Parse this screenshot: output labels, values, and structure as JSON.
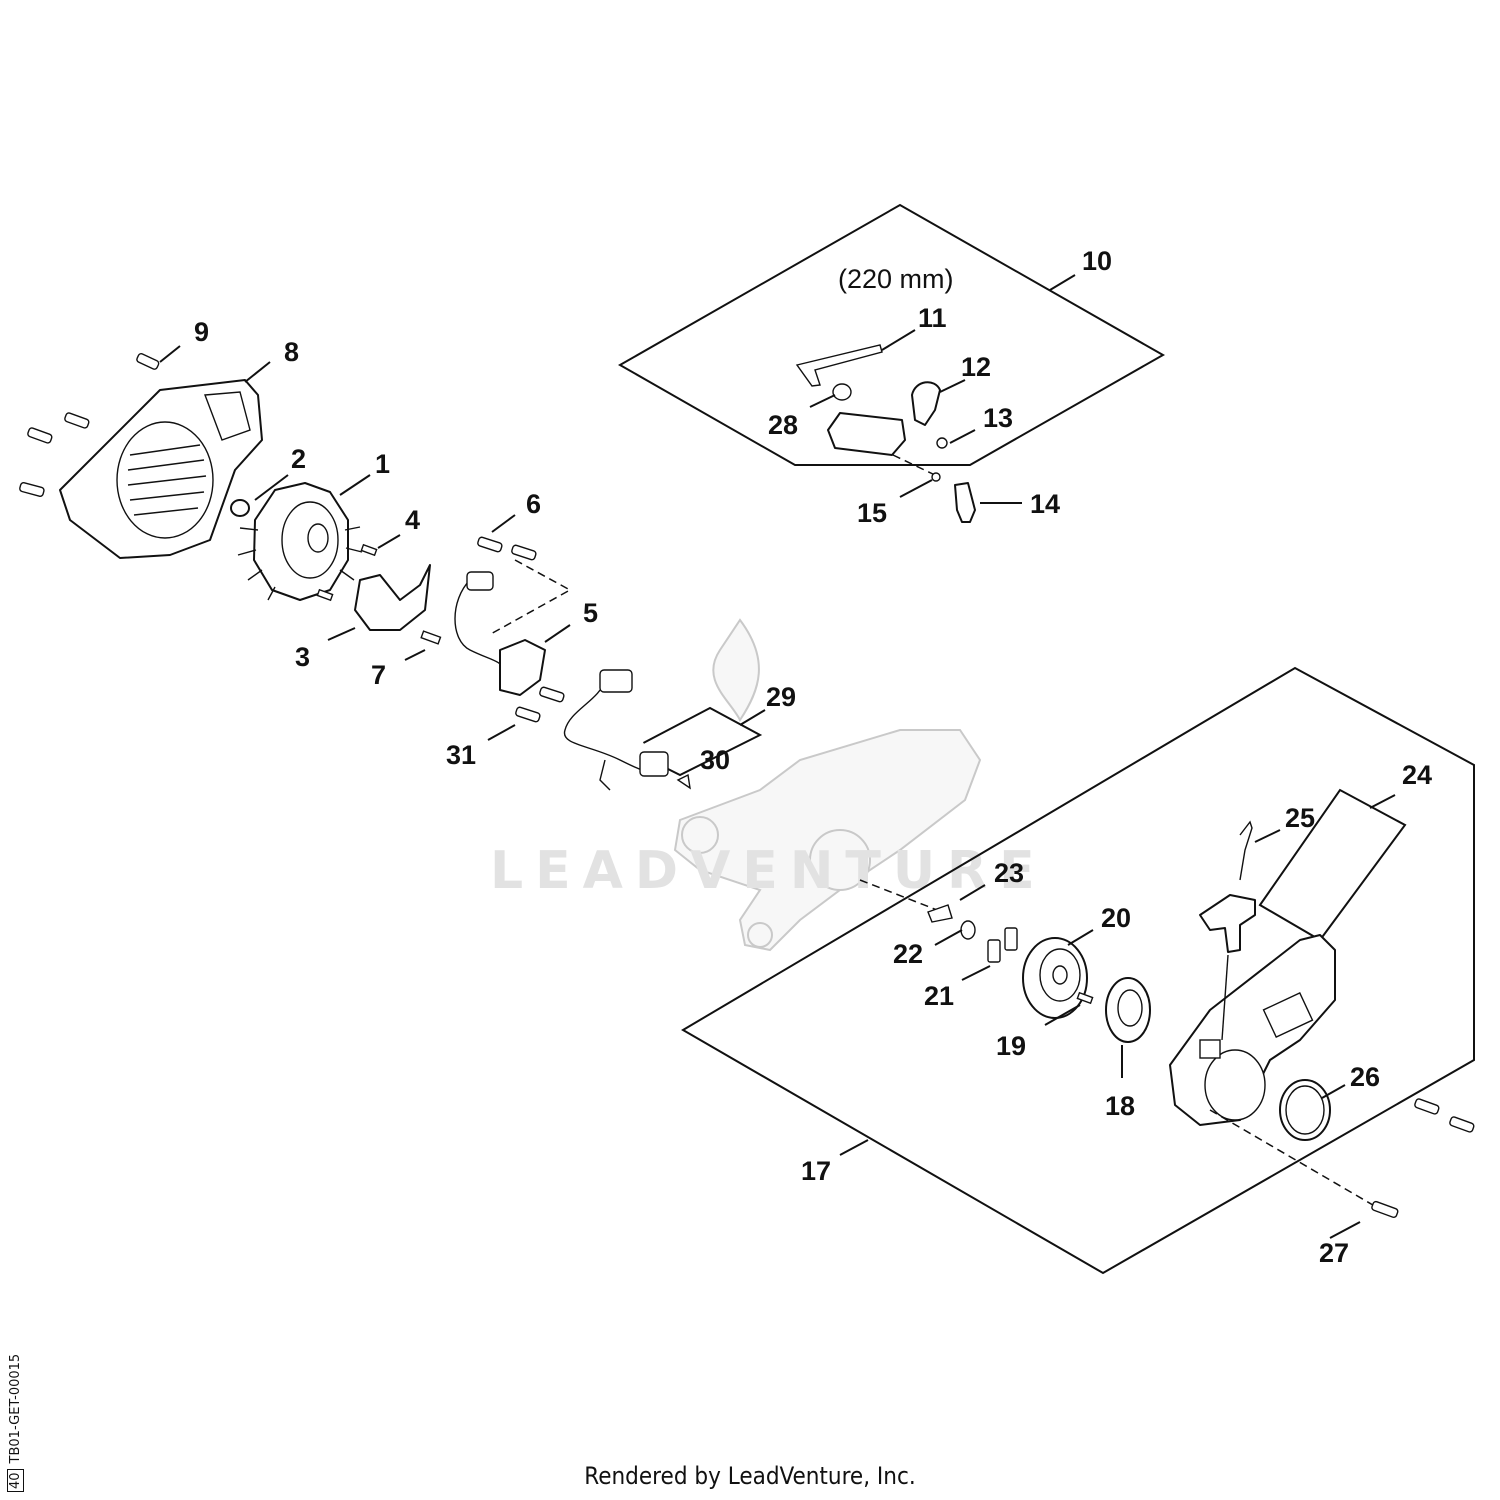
{
  "diagram": {
    "annotation": "(220 mm)",
    "watermark": "LEADVENTURE",
    "callouts": [
      "1",
      "2",
      "3",
      "4",
      "5",
      "6",
      "7",
      "8",
      "9",
      "10",
      "11",
      "12",
      "13",
      "14",
      "15",
      "17",
      "18",
      "19",
      "20",
      "21",
      "22",
      "23",
      "24",
      "25",
      "26",
      "27",
      "28",
      "29",
      "30",
      "31"
    ]
  },
  "footer": {
    "rendered_by": "Rendered by LeadVenture, Inc.",
    "drawing_code": "TB01-GET-00015",
    "drawing_box": "40"
  }
}
